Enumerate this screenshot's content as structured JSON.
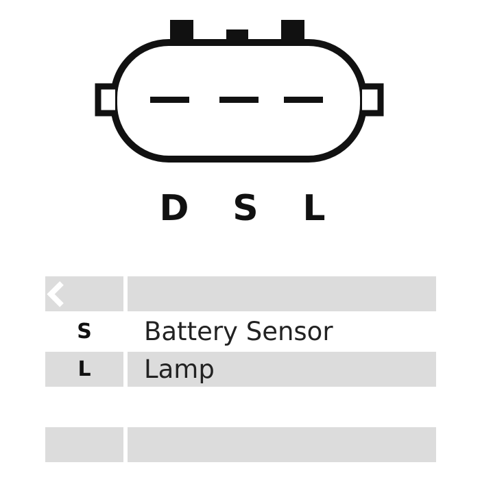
{
  "connector": {
    "pins": [
      {
        "label": "D"
      },
      {
        "label": "S"
      },
      {
        "label": "L"
      }
    ],
    "icon": "connector-outline-icon"
  },
  "pin_table": {
    "rows": [
      {
        "code": "",
        "description": "",
        "shaded": true,
        "icon": "chevron-left-icon"
      },
      {
        "code": "S",
        "description": "Battery Sensor",
        "shaded": false
      },
      {
        "code": "L",
        "description": "Lamp",
        "shaded": true
      },
      {
        "code": "",
        "description": "",
        "shaded": true
      }
    ]
  },
  "colors": {
    "outline": "#111111",
    "row_shade": "#dcdcdc",
    "background": "#ffffff"
  }
}
